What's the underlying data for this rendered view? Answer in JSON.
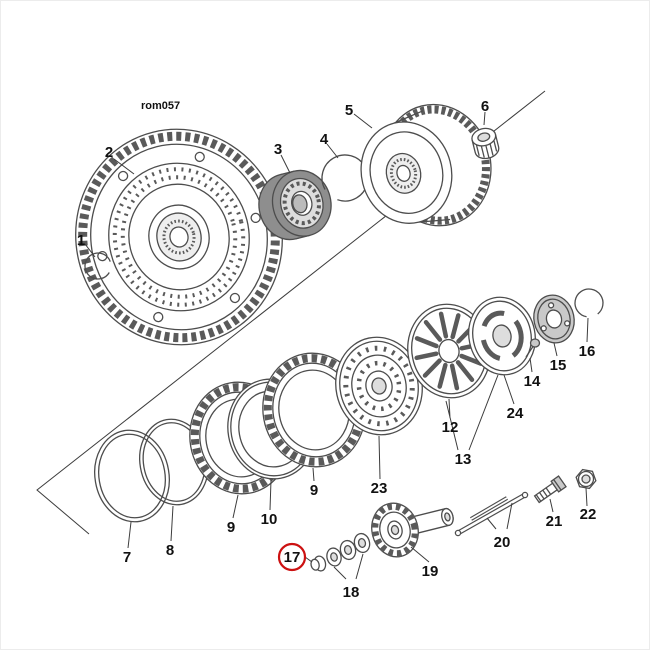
{
  "diagram": {
    "code": "rom057",
    "highlight_color": "#cc1111",
    "line_color": "#3c3c3c",
    "description_type": "exploded-parts-diagram",
    "highlighted_part": "17"
  },
  "labels": {
    "n1": "1",
    "n2": "2",
    "n3": "3",
    "n4": "4",
    "n5": "5",
    "n6": "6",
    "n7": "7",
    "n8": "8",
    "n9a": "9",
    "n9b": "9",
    "n10": "10",
    "n12": "12",
    "n13": "13",
    "n14": "14",
    "n15": "15",
    "n16": "16",
    "n17": "17",
    "n18": "18",
    "n19": "19",
    "n20": "20",
    "n21": "21",
    "n22": "22",
    "n23": "23",
    "n24": "24"
  }
}
